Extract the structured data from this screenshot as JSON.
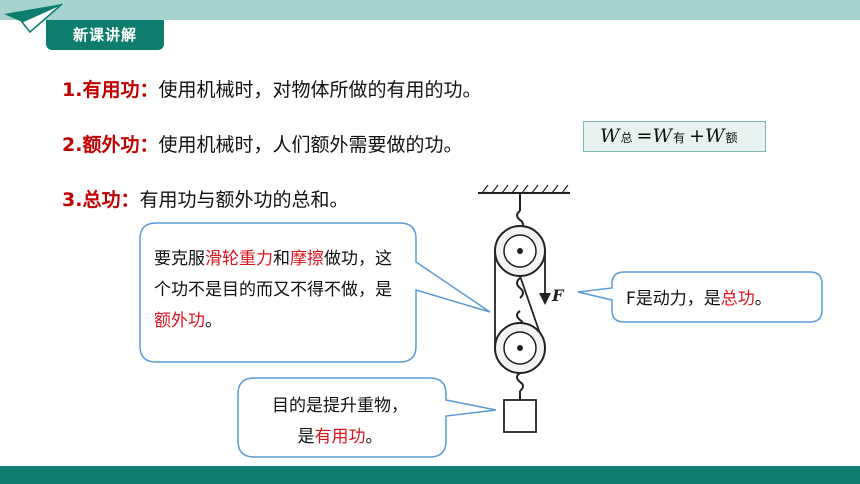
{
  "header": {
    "badge_label": "新课讲解"
  },
  "definitions": [
    {
      "term": "1.有用功：",
      "text": "使用机械时，对物体所做的有用的功。"
    },
    {
      "term": "2.额外功：",
      "text": "使用机械时，人们额外需要做的功。"
    },
    {
      "term": "3.总功：",
      "text": "有用功与额外功的总和。"
    }
  ],
  "formula": {
    "w": "W",
    "total": "总",
    "eq": "=",
    "useful": "有",
    "plus": "+",
    "extra": "额"
  },
  "diagram": {
    "force_label": "F"
  },
  "callouts": {
    "left": {
      "p1": "要克服",
      "r1": "滑轮重力",
      "p2": "和",
      "r2": "摩擦",
      "p3": "做功，这个功不是目的而又不得不做，是",
      "r3": "额外功",
      "p4": "。"
    },
    "right": {
      "p1": "F是动力，是",
      "r1": "总功",
      "p2": "。"
    },
    "bottom": {
      "p1": "目的是提升重物，",
      "p2": "是",
      "r1": "有用功",
      "p3": "。"
    }
  },
  "colors": {
    "accent": "#0f7d6e",
    "band": "#a7d3cf",
    "term_red": "#c00000",
    "highlight_red": "#e0141e"
  }
}
